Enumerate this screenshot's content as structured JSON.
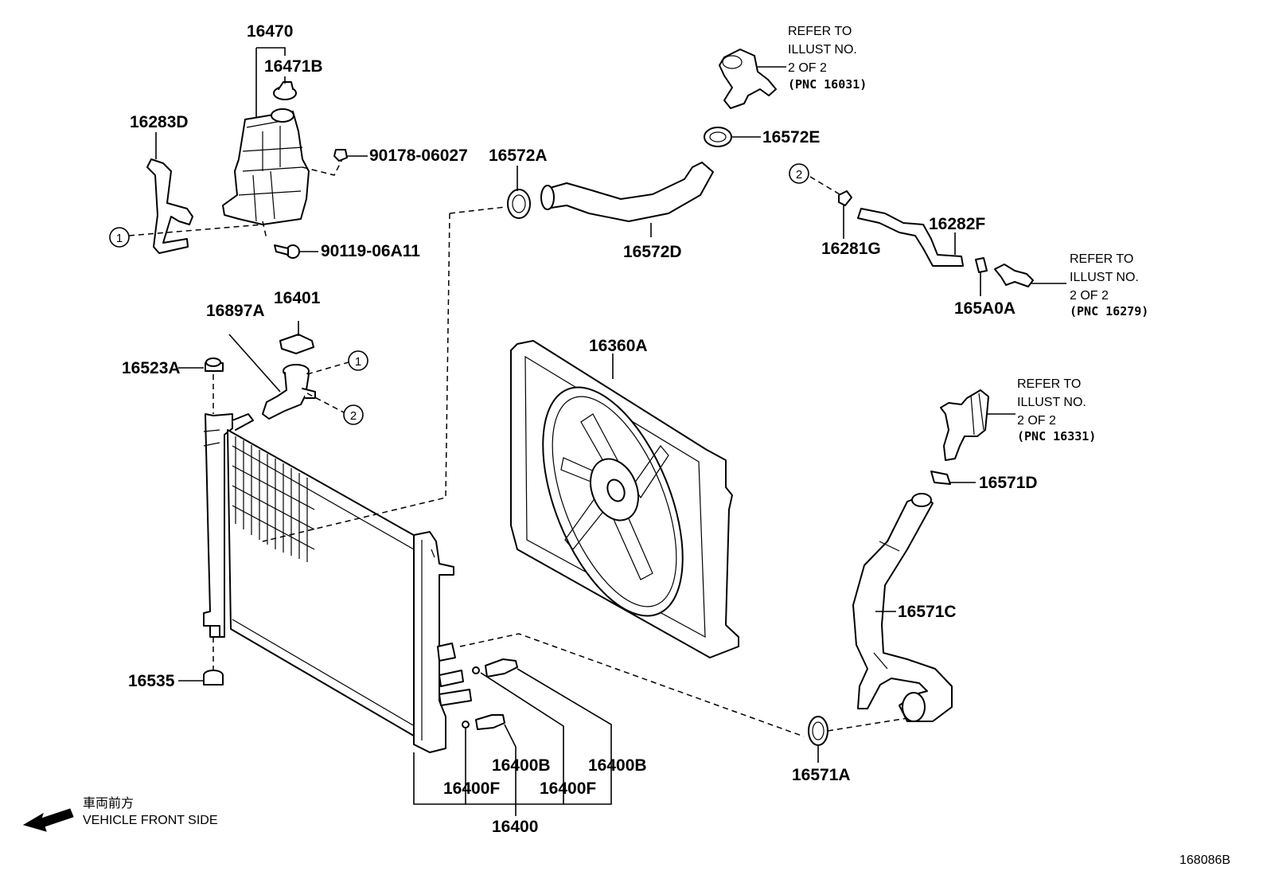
{
  "diagram": {
    "labels": {
      "p16470": "16470",
      "p16471B": "16471B",
      "p16283D": "16283D",
      "p90178": "90178-06027",
      "p90119": "90119-06A11",
      "p16572A": "16572A",
      "p16572D": "16572D",
      "p16572E": "16572E",
      "p16282F": "16282F",
      "p16281G": "16281G",
      "p165A0A": "165A0A",
      "p16401": "16401",
      "p16897A": "16897A",
      "p16523A": "16523A",
      "p16360A": "16360A",
      "p16571D": "16571D",
      "p16571C": "16571C",
      "p16535": "16535",
      "p16400B_1": "16400B",
      "p16400B_2": "16400B",
      "p16400F_1": "16400F",
      "p16400F_2": "16400F",
      "p16400": "16400",
      "p16571A": "16571A"
    },
    "callouts": {
      "c1": "1",
      "c2": "2"
    },
    "refer1": {
      "l1": "REFER TO",
      "l2": "ILLUST NO.",
      "l3": "2 OF 2",
      "l4": "(PNC 16031)"
    },
    "refer2": {
      "l1": "REFER TO",
      "l2": "ILLUST NO.",
      "l3": "2 OF 2",
      "l4": "(PNC 16279)"
    },
    "refer3": {
      "l1": "REFER TO",
      "l2": "ILLUST NO.",
      "l3": "2 OF 2",
      "l4": "(PNC 16331)"
    },
    "direction": {
      "jp": "車両前方",
      "en": "VEHICLE FRONT SIDE"
    },
    "illustration_id": "168086B"
  }
}
